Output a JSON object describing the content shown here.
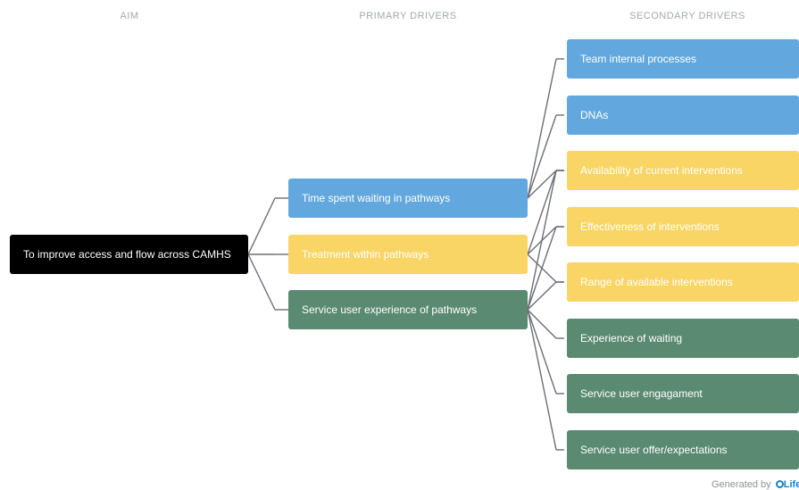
{
  "headers": {
    "aim": "AIM",
    "primary": "PRIMARY DRIVERS",
    "secondary": "SECONDARY DRIVERS"
  },
  "aim": {
    "label": "To improve access and flow across CAMHS"
  },
  "primary": [
    {
      "label": "Time spent waiting in pathways",
      "color": "blue"
    },
    {
      "label": "Treatment within pathways",
      "color": "yellow"
    },
    {
      "label": "Service user experience of pathways",
      "color": "green"
    }
  ],
  "secondary": [
    {
      "label": "Team internal processes",
      "color": "blue"
    },
    {
      "label": "DNAs",
      "color": "blue"
    },
    {
      "label": "Availability of current interventions",
      "color": "yellow"
    },
    {
      "label": "Effectiveness of interventions",
      "color": "yellow"
    },
    {
      "label": "Range of available interventions",
      "color": "yellow"
    },
    {
      "label": "Experience of waiting",
      "color": "green"
    },
    {
      "label": "Service user engagament",
      "color": "green"
    },
    {
      "label": "Service user offer/expectations",
      "color": "green"
    }
  ],
  "links": {
    "aim_to_primary": [
      0,
      1,
      2
    ],
    "primary_to_secondary": [
      {
        "from": 0,
        "to": [
          0,
          1,
          2
        ]
      },
      {
        "from": 1,
        "to": [
          2,
          3,
          4
        ]
      },
      {
        "from": 2,
        "to": [
          2,
          3,
          4,
          5,
          6,
          7
        ]
      }
    ]
  },
  "colors": {
    "blue": "#62a8de",
    "yellow": "#f8d564",
    "green": "#5a8a72",
    "aim": "#000000",
    "connector": "#6b6f76"
  },
  "footer": {
    "prefix": "Generated by",
    "brand": "Life"
  }
}
